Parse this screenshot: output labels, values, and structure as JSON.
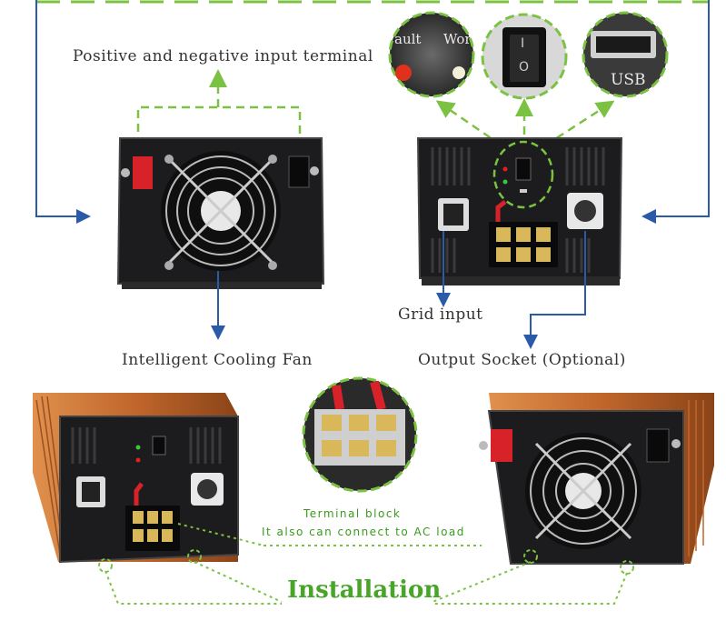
{
  "labels": {
    "terminal": "Positive and negative input terminal",
    "fan": "Intelligent Cooling Fan",
    "grid": "Grid input",
    "output": "Output Socket (Optional)",
    "terminal_block": "Terminal block",
    "ac_load": "It also can connect to AC load",
    "installation": "Installation"
  },
  "zoom_texts": {
    "fault": "ault",
    "work": "Wor",
    "usb": "USB",
    "switch_on": "I",
    "switch_off": "O"
  },
  "colors": {
    "accent_green": "#7cc242",
    "arrow_blue": "#2a5aa8",
    "housing_orange": "#c8763a",
    "panel_black": "#1c1c1e",
    "terminal_red": "#d8222a"
  }
}
